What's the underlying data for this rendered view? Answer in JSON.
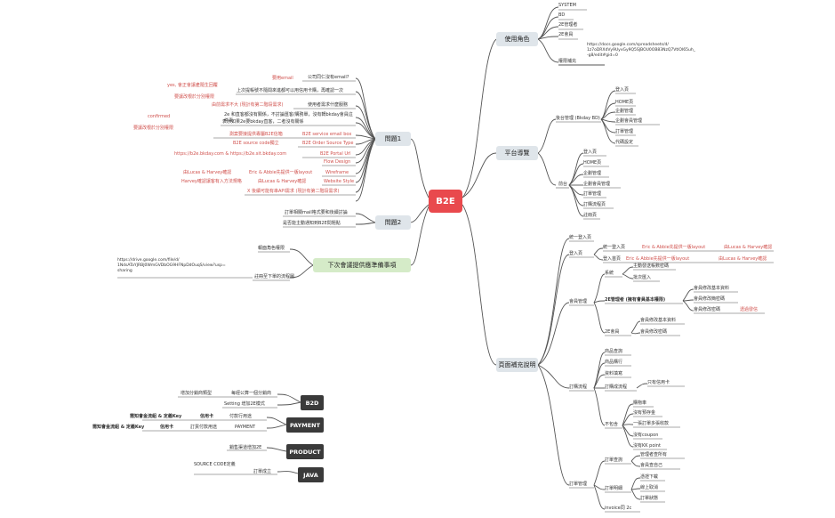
{
  "central": "B2E",
  "users": {
    "title": "使用角色",
    "items": [
      "SYSTEM",
      "BD",
      "2E管理者",
      "2E會員"
    ],
    "perm_label": "權限補充",
    "perm_url": "https://docs.google.com/spreadsheets/d/\n1z7oDRXdVy9UyvGy9Q5SJBOU0OB83NzQ7VtlOI65uh_\n-g8/edit#gid=0"
  },
  "platform": {
    "title": "平台導覽",
    "backend_label": "後台管理 (Bkday BD)",
    "backend_items": [
      "登入頁",
      "HOME頁",
      "企劃管理",
      "企劃會員管理",
      "訂單管理",
      "代碼設定"
    ],
    "front_label": "前台",
    "front_items": [
      "登入頁",
      "HOME頁",
      "企劃管理",
      "企劃會員管理",
      "訂單管理",
      "訂購流程頁",
      "註冊頁"
    ]
  },
  "page_supp": {
    "title": "頁面補充說明",
    "unify_login": "統一登入頁",
    "login_label": "登入頁",
    "login_sub1": "統一登入頁",
    "login_sub1_note": "Eric & Abbie先提供一版layout",
    "login_sub1_who": "由Lucas & Harvey確認",
    "login_sub2": "登入首頁",
    "login_sub2_note": "Eric & Abbie先提供一版layout",
    "login_sub2_who": "由Lucas & Harvey確認",
    "member": {
      "label": "會員管理",
      "system": "系統",
      "system_items": [
        "主動發送帳數密碼",
        "批次匯入"
      ],
      "admin": "2E管理者 (擁有會員基本權限)",
      "admin_items": [
        "會員修改基本資料",
        "會員修改簡密碼",
        "會員修改密碼"
      ],
      "admin_note": "透過發信",
      "member2e": "2E會員",
      "member2e_items": [
        "會員修改基本資料",
        "會員修改密碼"
      ]
    },
    "order_flow": {
      "label": "訂購流程",
      "items": [
        "商品查詢",
        "商品購行",
        "資料填寫",
        "訂購成流程",
        "不包含"
      ],
      "single_card": "只有信用卡",
      "excluded": [
        "購物車",
        "沒有預存金",
        "一張訂單多張收款",
        "沒有coupon",
        "沒有KK point"
      ]
    },
    "order_mgmt": {
      "label": "訂單管理",
      "query": "訂單查詢",
      "query_items": [
        "管理者查所有",
        "會員查自己"
      ],
      "detail": "訂單明細",
      "detail_items": [
        "憑證下載",
        "線上取消",
        "訂單狀態"
      ],
      "invoice": "invoice同 2c"
    }
  },
  "q1": {
    "title": "問題1",
    "items": [
      {
        "left": "要用email",
        "leftColor": "red",
        "q": "公司同仁沒有email?"
      },
      {
        "left2": "yes, 會正會讓產隨生回覆",
        "left3": "要讓改根於分別權限",
        "q": "上次提帳號不隨間來進都可以用信用卡購，再確認一次"
      },
      {
        "left": "由前需求不大 (現計有第二階段需求)",
        "leftColor": "red",
        "q": "使用者需求什麼服務"
      },
      {
        "q": "2e 和直客都沒有關係，不討論匯客/購務單，沒有轉bkday會員這件事"
      },
      {
        "left2": "confirmed",
        "left3": "要讓改根於分別權限",
        "q": "表示如果2e要bkday直客，二者沒有關係"
      },
      {
        "left": "測案要接提供專屬B2E信箱",
        "leftColor": "red",
        "q": "B2E service email box"
      },
      {
        "left": "B2E source code獨立",
        "leftColor": "red",
        "q": "B2E Order Source Type"
      },
      {
        "left": "https://b2e.bkday.com & https://b2e.sit.bkday.com",
        "leftColor": "red",
        "q": "B2E Portal Url"
      },
      {
        "q": "Flow Design",
        "qColor": "red"
      },
      {
        "left": "由Lucas & Harvey確認",
        "leftColor": "red",
        "mid": "Eric & Abbie先提供一版layout",
        "q": "Wireframe",
        "qColor": "red"
      },
      {
        "left": "Harvey確認讓客有入方法規格",
        "leftColor": "red",
        "mid": "由Lucas & Harvey確認",
        "q": "Website Style",
        "qColor": "red"
      },
      {
        "q": "X 後續可能有串API需求 (現計有第二階段需求)",
        "qColor": "red"
      }
    ]
  },
  "q2": {
    "title": "問題2",
    "items": [
      "訂單相關mail格式要和後續討論",
      "是否能主動通知到B2E問題點"
    ]
  },
  "next": {
    "title": "下次會議提供應準備事項",
    "items": [
      "報面角色權限",
      "註冊至下單的流程圖"
    ],
    "url": "https://drive.google.com/file/d/\n1NdsATaYJRBJ0WmGVDbOG9HFNpDdOuqS/view?usp=\nsharing"
  },
  "b2d": {
    "title": "B2D",
    "rows": [
      {
        "left": "增加分銷商類型",
        "right": "每經公算一個分銷商"
      },
      {
        "right": "Setting 增加2E模式"
      }
    ]
  },
  "payment": {
    "title": "PAYMENT",
    "rows": [
      {
        "k1": "需知會金流組 & 定義Key",
        "k2": "信用卡",
        "right": "付款行用途"
      },
      {
        "k1": "需知會金流組 & 定義Key",
        "k2": "信用卡",
        "right": "訂貨付款用途",
        "right2": "PAYMENT"
      }
    ]
  },
  "product": {
    "title": "PRODUCT",
    "rows": [
      "銷售渠道增加2E"
    ]
  },
  "java": {
    "title": "JAVA",
    "rows": [
      {
        "left": "SOURCE CODE定義",
        "right": "訂單成立"
      }
    ]
  },
  "colors": {
    "central": "#e9494d",
    "branch": "#dfe5ea",
    "green": "#d5ebc8",
    "dark": "#3a3a3a",
    "line": "#555555",
    "red": "#d0504c"
  }
}
